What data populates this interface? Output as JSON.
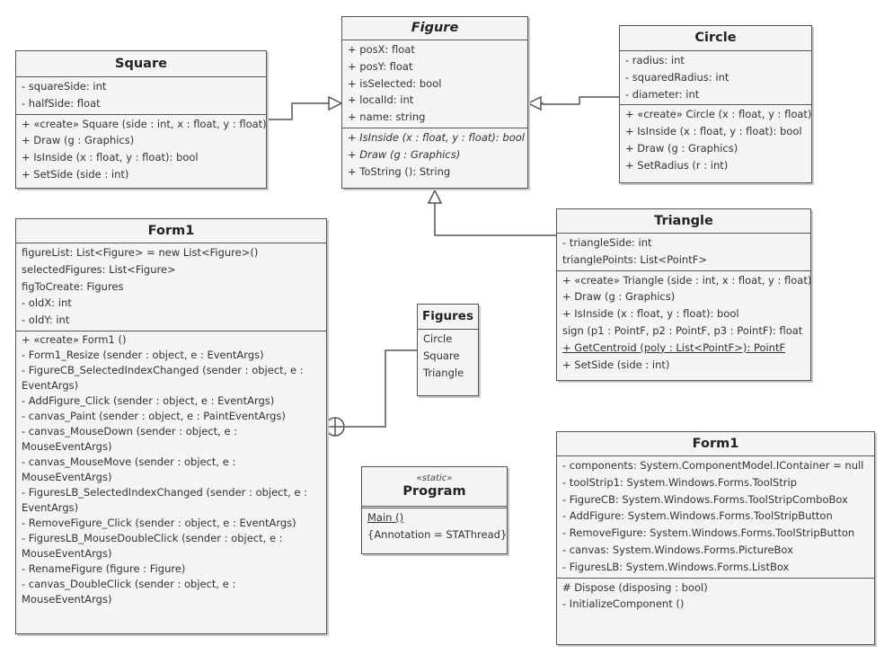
{
  "figure": {
    "name": "Figure",
    "attributes": [
      "+ posX: float",
      "+ posY: float",
      "+ isSelected: bool",
      "+ localId: int",
      "+ name: string"
    ],
    "operations": [
      "+ IsInside (x : float, y : float): bool",
      "+ Draw (g : Graphics)",
      "+ ToString (): String"
    ]
  },
  "square": {
    "name": "Square",
    "attributes": [
      "- squareSide: int",
      "- halfSide: float"
    ],
    "operations": [
      "+ «create» Square (side : int, x : float, y : float)",
      "+ Draw (g : Graphics)",
      "+ IsInside (x : float, y : float): bool",
      "+ SetSide (side : int)"
    ]
  },
  "circle": {
    "name": "Circle",
    "attributes": [
      "- radius: int",
      "- squaredRadius: int",
      "- diameter: int"
    ],
    "operations": [
      "+ «create» Circle (x : float, y : float)",
      "+ IsInside (x : float, y : float): bool",
      "+ Draw (g : Graphics)",
      "+ SetRadius (r : int)"
    ]
  },
  "triangle": {
    "name": "Triangle",
    "attributes": [
      "- triangleSide: int",
      "trianglePoints: List<PointF>"
    ],
    "operations": [
      "+ «create» Triangle (side : int, x : float, y : float)",
      "+ Draw (g : Graphics)",
      "+ IsInside (x : float, y : float): bool",
      "sign (p1 : PointF, p2 : PointF, p3 : PointF): float",
      "+ GetCentroid (poly : List<PointF>): PointF",
      "+ SetSide (side : int)"
    ]
  },
  "form1_main": {
    "name": "Form1",
    "attributes": [
      "figureList: List<Figure> = new List<Figure>()",
      "selectedFigures: List<Figure>",
      "figToCreate: Figures",
      "- oldX: int",
      "- oldY: int"
    ],
    "operations": [
      "+ «create» Form1 ()",
      "- Form1_Resize (sender : object, e : EventArgs)",
      "- FigureCB_SelectedIndexChanged (sender : object, e : EventArgs)",
      "- AddFigure_Click (sender : object, e : EventArgs)",
      "- canvas_Paint (sender : object, e : PaintEventArgs)",
      "- canvas_MouseDown (sender : object, e : MouseEventArgs)",
      "- canvas_MouseMove (sender : object, e : MouseEventArgs)",
      "- FiguresLB_SelectedIndexChanged (sender : object, e : EventArgs)",
      "- RemoveFigure_Click (sender : object, e : EventArgs)",
      "- FiguresLB_MouseDoubleClick (sender : object, e : MouseEventArgs)",
      "- RenameFigure (figure : Figure)",
      "- canvas_DoubleClick (sender : object, e : MouseEventArgs)"
    ]
  },
  "figures_enum": {
    "name": "Figures",
    "literals": [
      "Circle",
      "Square",
      "Triangle"
    ]
  },
  "program": {
    "stereotype": "«static»",
    "name": "Program",
    "operations": [
      "Main ()",
      "{Annotation = STAThread}"
    ]
  },
  "form1_designer": {
    "name": "Form1",
    "attributes": [
      "- components: System.ComponentModel.IContainer = null",
      "- toolStrip1: System.Windows.Forms.ToolStrip",
      "- FigureCB: System.Windows.Forms.ToolStripComboBox",
      "- AddFigure: System.Windows.Forms.ToolStripButton",
      "- RemoveFigure: System.Windows.Forms.ToolStripButton",
      "- canvas: System.Windows.Forms.PictureBox",
      "- FiguresLB: System.Windows.Forms.ListBox"
    ],
    "operations": [
      "# Dispose (disposing : bool)",
      "- InitializeComponent ()"
    ]
  }
}
